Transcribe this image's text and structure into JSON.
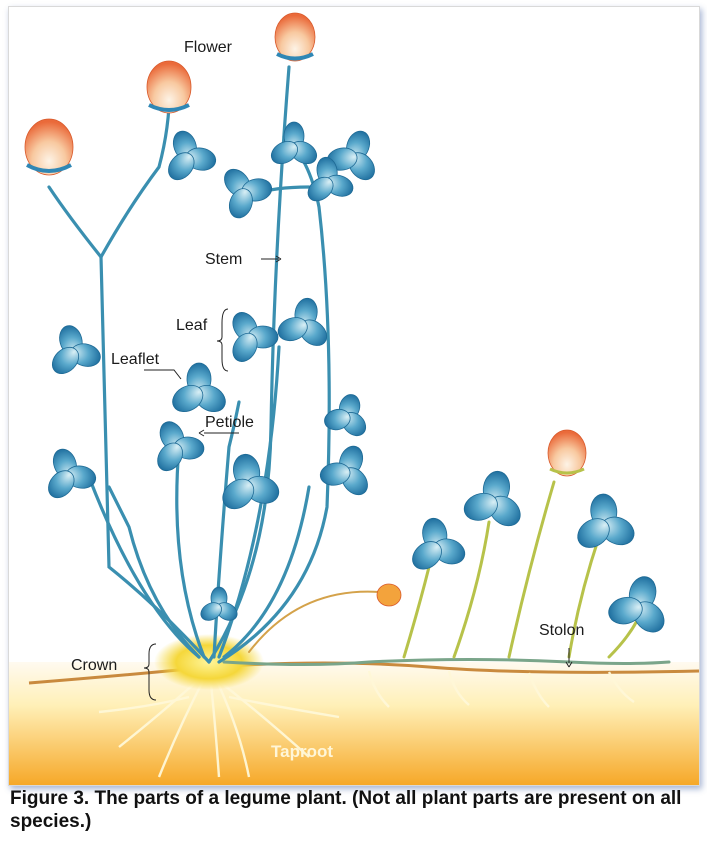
{
  "labels": {
    "flower": "Flower",
    "stem": "Stem",
    "leaf": "Leaf",
    "leaflet": "Leaflet",
    "petiole": "Petiole",
    "stolon": "Stolon",
    "crown": "Crown",
    "taproot": "Taproot"
  },
  "caption": "Figure 3. The parts of a legume plant. (Not all plant parts are present on all species.)",
  "colors": {
    "stem": "#3a8fb0",
    "leaf": "#2f87b5",
    "leaf_light": "#c9e6ef",
    "flower_outer": "#ef7b4a",
    "flower_inner": "#f7dcc0",
    "stolon_stem": "#b7c24a",
    "soil_top": "#fff9dd",
    "soil_bottom": "#f6a828",
    "crown": "#f5d73a"
  }
}
